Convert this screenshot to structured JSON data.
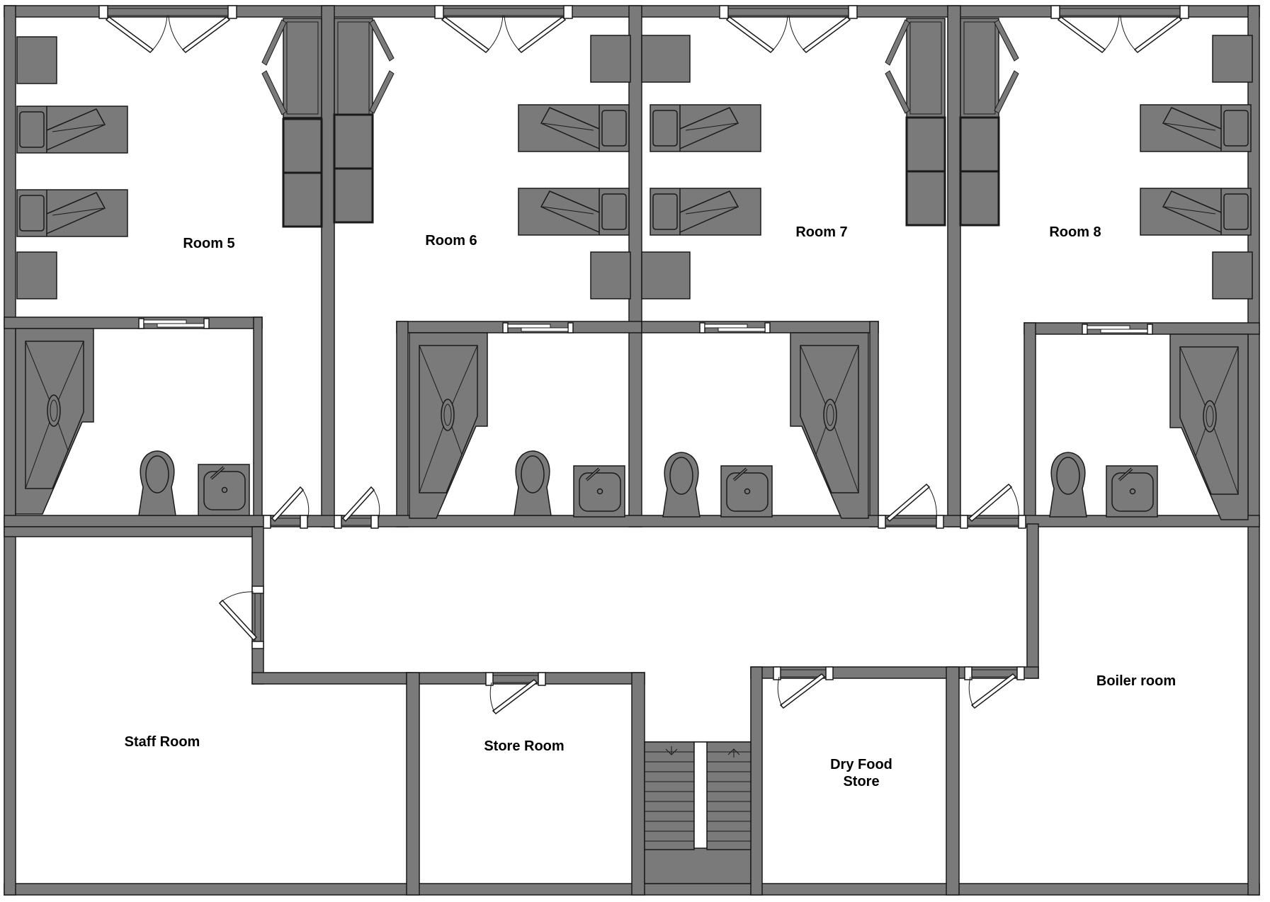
{
  "colors": {
    "wall": "#7a7a7a",
    "fixture": "#7a7a7a",
    "stroke": "#1a1a1a",
    "background": "#ffffff"
  },
  "labels": {
    "room5": "Room 5",
    "room6": "Room 6",
    "room7": "Room 7",
    "room8": "Room 8",
    "staff_room": "Staff Room",
    "store_room": "Store Room",
    "dry_food_store_line1": "Dry Food",
    "dry_food_store_line2": "Store",
    "boiler_room": "Boiler room"
  }
}
